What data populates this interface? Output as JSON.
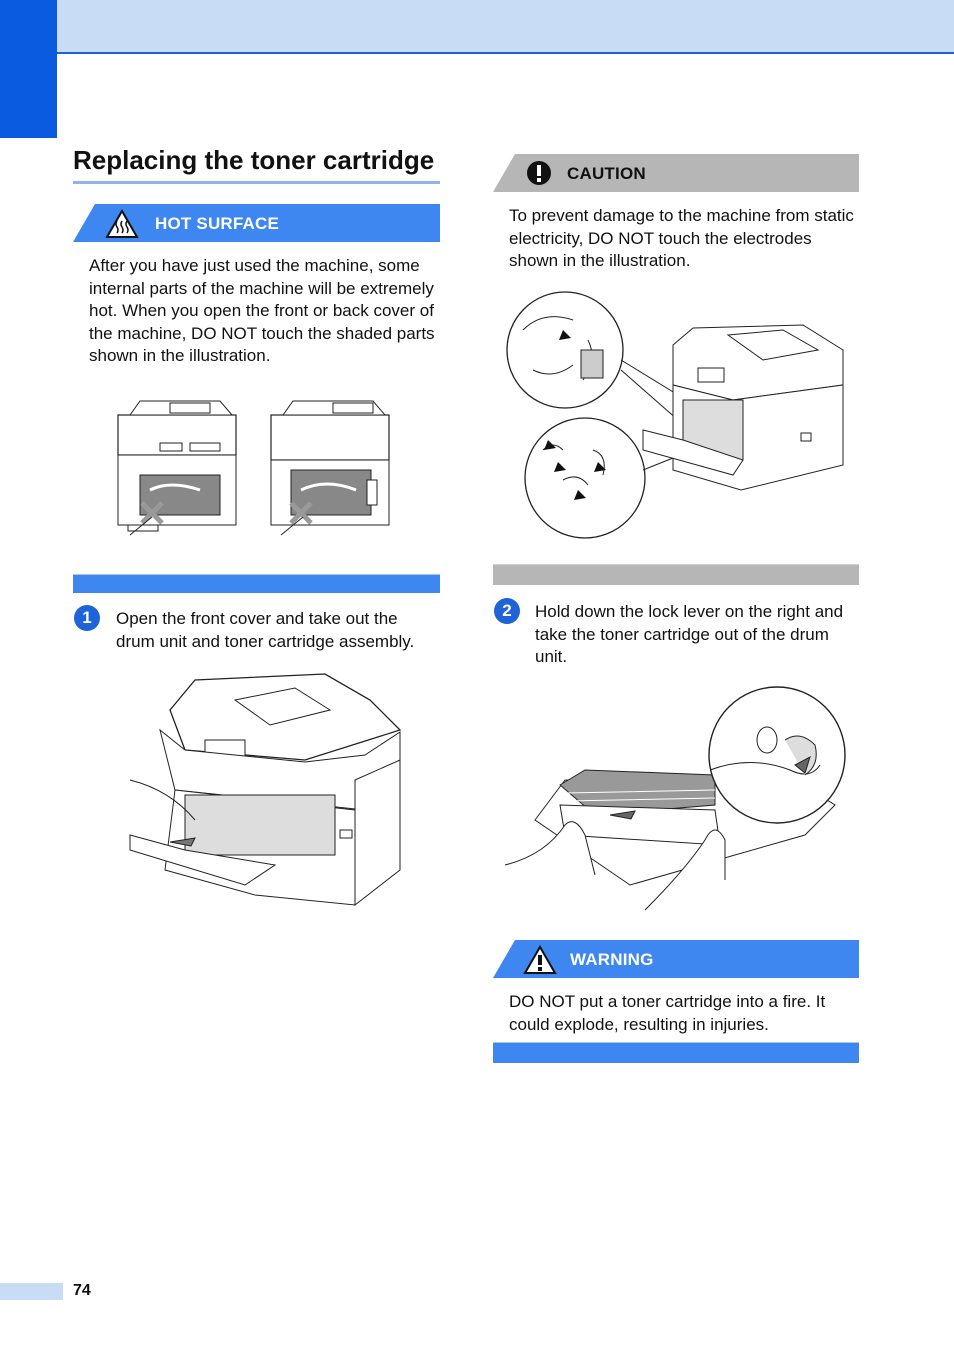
{
  "header": {
    "band_color": "#c9dcf6",
    "accent_color": "#0a5be0"
  },
  "section": {
    "title": "Replacing the toner cartridge"
  },
  "hot_surface": {
    "label": "HOT SURFACE",
    "icon": "hot-surface-warning-icon",
    "text": "After you have just used the machine, some internal parts of the machine will be extremely hot. When you open the front or back cover of the machine, DO NOT touch the shaded parts shown in the illustration."
  },
  "caution": {
    "label": "CAUTION",
    "icon": "exclamation-icon",
    "text": "To prevent damage to the machine from static electricity, DO NOT touch the electrodes shown in the illustration."
  },
  "steps": [
    {
      "number": "1",
      "text": "Open the front cover and take out the drum unit and toner cartridge assembly."
    },
    {
      "number": "2",
      "text": "Hold down the lock lever on the right and take the toner cartridge out of the drum unit."
    }
  ],
  "warning": {
    "label": "WARNING",
    "icon": "warning-triangle-icon",
    "text": "DO NOT put a toner cartridge into a fire. It could explode, resulting in injuries."
  },
  "footer": {
    "page_number": "74"
  }
}
